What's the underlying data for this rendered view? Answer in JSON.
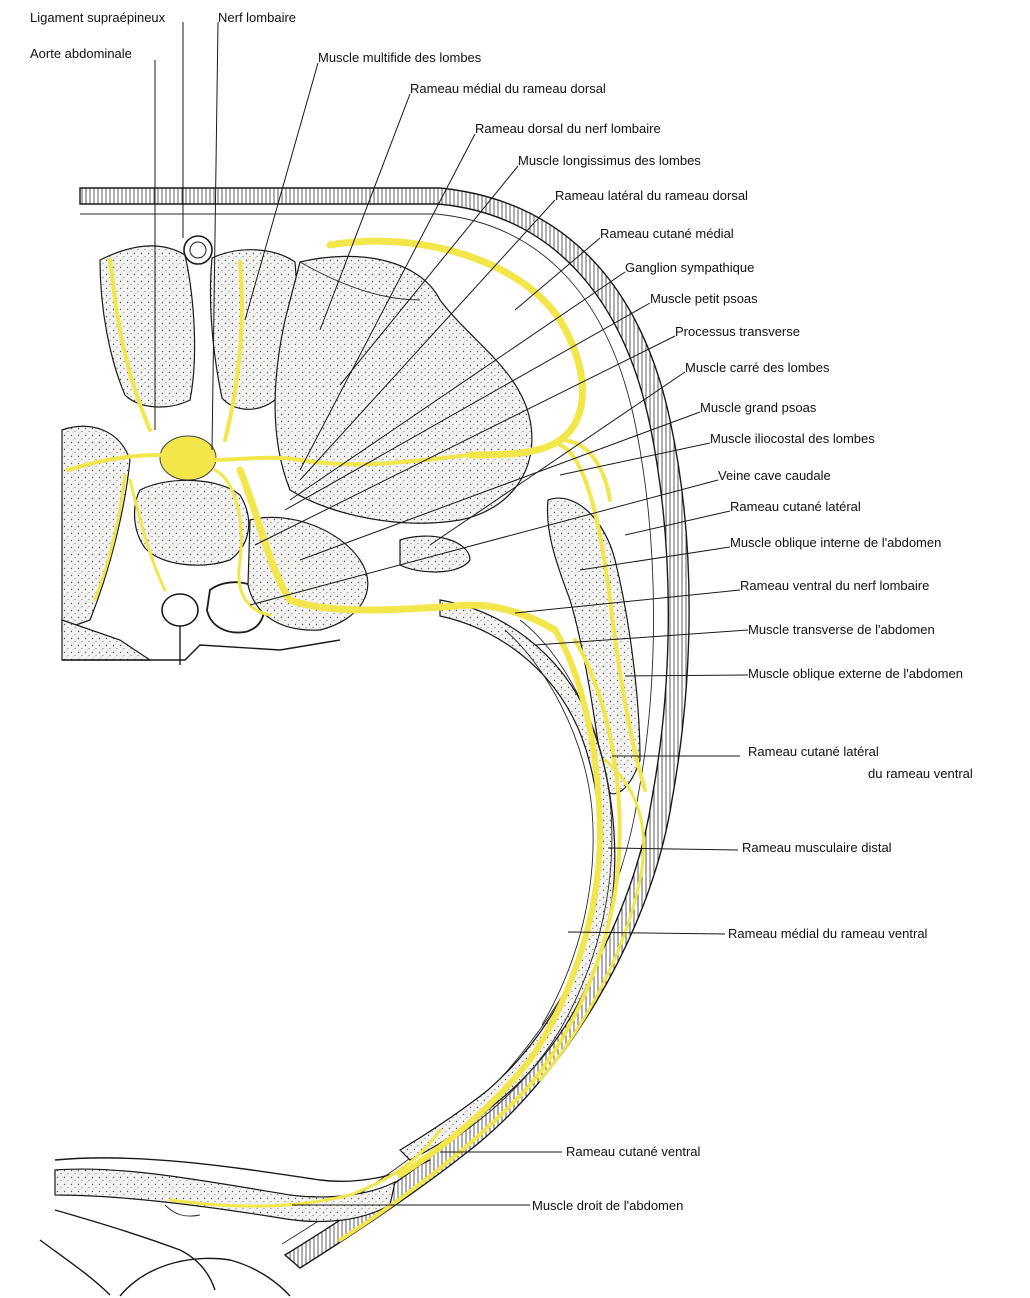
{
  "colors": {
    "nerve": "#f2e64a",
    "ink": "#1a1a1a",
    "background": "#ffffff"
  },
  "labels": [
    {
      "id": "ligament-supraepineux",
      "text": "Ligament supraépineux"
    },
    {
      "id": "nerf-lombaire",
      "text": "Nerf lombaire"
    },
    {
      "id": "aorte-abdominale",
      "text": "Aorte abdominale"
    },
    {
      "id": "muscle-multifide",
      "text": "Muscle multifide des lombes"
    },
    {
      "id": "rameau-medial-dorsal",
      "text": "Rameau médial du rameau dorsal"
    },
    {
      "id": "rameau-dorsal",
      "text": "Rameau dorsal  du nerf lombaire"
    },
    {
      "id": "muscle-longissimus",
      "text": "Muscle longissimus des lombes"
    },
    {
      "id": "rameau-lateral-dorsal",
      "text": "Rameau latéral du rameau dorsal"
    },
    {
      "id": "rameau-cutane-medial",
      "text": "Rameau cutané médial"
    },
    {
      "id": "ganglion-sympathique",
      "text": "Ganglion sympathique"
    },
    {
      "id": "muscle-petit-psoas",
      "text": "Muscle petit psoas"
    },
    {
      "id": "processus-transverse",
      "text": "Processus transverse"
    },
    {
      "id": "muscle-carre",
      "text": "Muscle carré des lombes"
    },
    {
      "id": "muscle-grand-psoas",
      "text": "Muscle grand psoas"
    },
    {
      "id": "muscle-iliocostal",
      "text": "Muscle iliocostal des lombes"
    },
    {
      "id": "veine-cave",
      "text": "Veine cave caudale"
    },
    {
      "id": "rameau-cutane-lateral",
      "text": "Rameau cutané latéral"
    },
    {
      "id": "muscle-oblique-interne",
      "text": "Muscle oblique interne de l'abdomen"
    },
    {
      "id": "rameau-ventral",
      "text": "Rameau ventral  du nerf lombaire"
    },
    {
      "id": "muscle-transverse",
      "text": "Muscle transverse de l'abdomen"
    },
    {
      "id": "muscle-oblique-externe",
      "text": "Muscle oblique externe de l'abdomen"
    },
    {
      "id": "rameau-cutane-lateral-ventral-1",
      "text": "Rameau  cutané latéral"
    },
    {
      "id": "rameau-cutane-lateral-ventral-2",
      "text": "du rameau ventral"
    },
    {
      "id": "rameau-musculaire-distal",
      "text": "Rameau  musculaire distal"
    },
    {
      "id": "rameau-medial-ventral",
      "text": "Rameau médial du rameau ventral"
    },
    {
      "id": "rameau-cutane-ventral",
      "text": "Rameau cutané ventral"
    },
    {
      "id": "muscle-droit",
      "text": "Muscle droit de l'abdomen"
    }
  ]
}
